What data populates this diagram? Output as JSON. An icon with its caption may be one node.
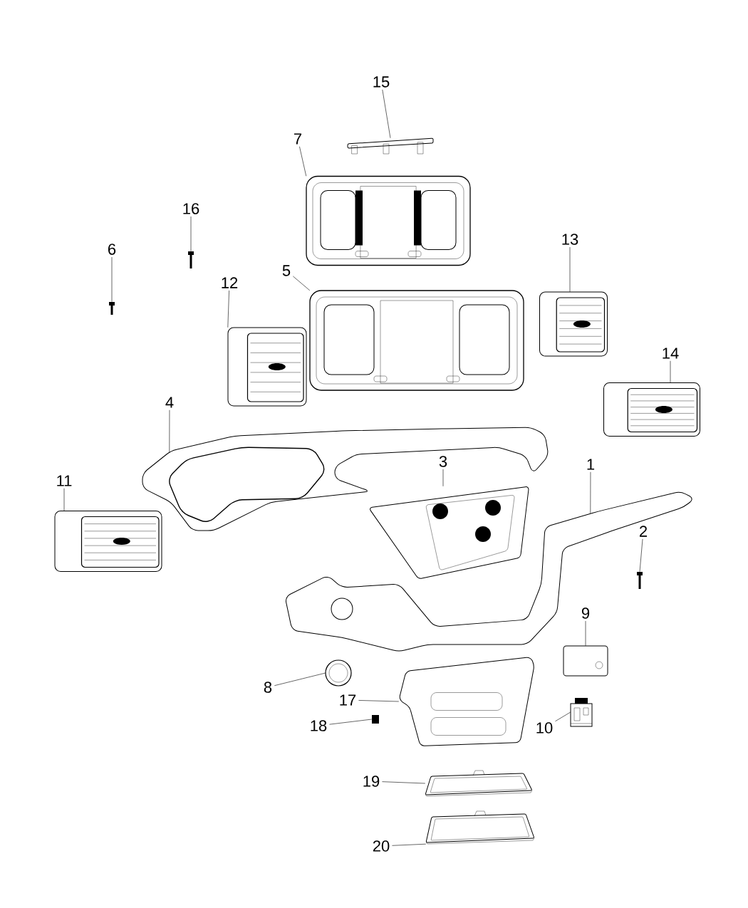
{
  "diagram": {
    "nodes": [
      {
        "text": [
          "15"
        ]
      },
      {
        "text": [],
        "shape": "picture"
      },
      {
        "text": [
          "7"
        ]
      },
      {
        "text": [],
        "shape": "picture"
      },
      {
        "text": [
          "16"
        ]
      },
      {
        "text": [],
        "shape": "picture"
      },
      {
        "text": [
          "6"
        ]
      },
      {
        "text": [],
        "shape": "picture"
      },
      {
        "text": [
          "12"
        ]
      },
      {
        "text": [],
        "shape": "picture"
      },
      {
        "text": [
          "5"
        ]
      },
      {
        "text": [],
        "shape": "picture"
      },
      {
        "text": [
          "13"
        ]
      },
      {
        "text": [],
        "shape": "picture"
      },
      {
        "text": [
          "14"
        ]
      },
      {
        "text": [],
        "shape": "picture"
      },
      {
        "text": [
          "4"
        ]
      },
      {
        "text": [],
        "shape": "picture"
      },
      {
        "text": [
          "11"
        ]
      },
      {
        "text": [],
        "shape": "picture"
      },
      {
        "text": [
          "3"
        ]
      },
      {
        "text": [],
        "shape": "picture"
      },
      {
        "text": [
          "1"
        ]
      },
      {
        "text": [],
        "shape": "picture"
      },
      {
        "text": [
          "2"
        ]
      },
      {
        "text": [],
        "shape": "picture"
      },
      {
        "text": [
          "9"
        ]
      },
      {
        "text": [],
        "shape": "picture"
      },
      {
        "text": [
          "8"
        ]
      },
      {
        "text": [],
        "shape": "picture"
      },
      {
        "text": [
          "17"
        ]
      },
      {
        "text": [],
        "shape": "picture"
      },
      {
        "text": [
          "18"
        ]
      },
      {
        "text": [],
        "shape": "box"
      },
      {
        "text": [
          "10"
        ]
      },
      {
        "text": [],
        "shape": "picture"
      },
      {
        "text": [
          "19"
        ]
      },
      {
        "text": [],
        "shape": "picture"
      },
      {
        "text": [
          "20"
        ]
      },
      {
        "text": [],
        "shape": "picture"
      }
    ],
    "edges": [
      {
        "from": 0,
        "to": 1,
        "arrow": "none"
      },
      {
        "from": 2,
        "to": 3,
        "arrow": "none"
      },
      {
        "from": 4,
        "to": 5,
        "arrow": "none"
      },
      {
        "from": 6,
        "to": 7,
        "arrow": "none"
      },
      {
        "from": 8,
        "to": 9,
        "arrow": "none"
      },
      {
        "from": 10,
        "to": 11,
        "arrow": "none"
      },
      {
        "from": 12,
        "to": 13,
        "arrow": "none"
      },
      {
        "from": 14,
        "to": 15,
        "arrow": "none"
      },
      {
        "from": 16,
        "to": 17,
        "arrow": "none"
      },
      {
        "from": 18,
        "to": 19,
        "arrow": "none"
      },
      {
        "from": 20,
        "to": 21,
        "arrow": "none"
      },
      {
        "from": 22,
        "to": 23,
        "arrow": "none"
      },
      {
        "from": 24,
        "to": 25,
        "arrow": "none"
      },
      {
        "from": 26,
        "to": 27,
        "arrow": "none"
      },
      {
        "from": 28,
        "to": 29,
        "arrow": "none"
      },
      {
        "from": 30,
        "to": 31,
        "arrow": "none"
      },
      {
        "from": 32,
        "to": 33,
        "arrow": "none"
      },
      {
        "from": 34,
        "to": 35,
        "arrow": "none"
      },
      {
        "from": 36,
        "to": 37,
        "arrow": "none"
      },
      {
        "from": 38,
        "to": 39,
        "arrow": "none"
      }
    ]
  }
}
